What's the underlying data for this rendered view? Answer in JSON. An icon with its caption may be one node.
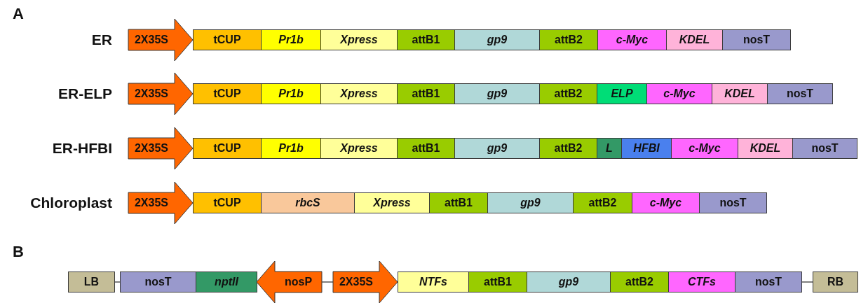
{
  "diagram": {
    "nodes": [
      {
        "text": [
          "2X35S"
        ]
      },
      {
        "text": [
          "tCUP"
        ]
      },
      {
        "text": [
          "Pr1b"
        ]
      },
      {
        "text": [
          "Xpress"
        ]
      },
      {
        "text": [
          "attB1"
        ]
      },
      {
        "text": [
          "gp9"
        ]
      },
      {
        "text": [
          "attB2"
        ]
      },
      {
        "text": [
          "c-Myc"
        ]
      },
      {
        "text": [
          "KDEL"
        ]
      },
      {
        "text": [
          "nosT"
        ]
      },
      {
        "text": [
          "2X35S"
        ]
      },
      {
        "text": [
          "tCUP"
        ]
      },
      {
        "text": [
          "Pr1b"
        ]
      },
      {
        "text": [
          "Xpress"
        ]
      },
      {
        "text": [
          "attB1"
        ]
      },
      {
        "text": [
          "gp9"
        ]
      },
      {
        "text": [
          "attB2"
        ]
      },
      {
        "text": [
          "ELP"
        ]
      },
      {
        "text": [
          "c-Myc"
        ]
      },
      {
        "text": [
          "KDEL"
        ]
      },
      {
        "text": [
          "nosT"
        ]
      },
      {
        "text": [
          "2X35S"
        ]
      },
      {
        "text": [
          "tCUP"
        ]
      },
      {
        "text": [
          "Pr1b"
        ]
      },
      {
        "text": [
          "Xpress"
        ]
      },
      {
        "text": [
          "attB1"
        ]
      },
      {
        "text": [
          "gp9"
        ]
      },
      {
        "text": [
          "attB2"
        ]
      },
      {
        "text": [
          "L"
        ]
      },
      {
        "text": [
          "HFBI"
        ]
      },
      {
        "text": [
          "c-Myc"
        ]
      },
      {
        "text": [
          "KDEL"
        ]
      },
      {
        "text": [
          "nosT"
        ]
      },
      {
        "text": [
          "2X35S"
        ]
      },
      {
        "text": [
          "tCUP"
        ]
      },
      {
        "text": [
          "rbcS"
        ]
      },
      {
        "text": [
          "Xpress"
        ]
      },
      {
        "text": [
          "attB1"
        ]
      },
      {
        "text": [
          "gp9"
        ]
      },
      {
        "text": [
          "attB2"
        ]
      },
      {
        "text": [
          "c-Myc"
        ]
      },
      {
        "text": [
          "nosT"
        ]
      },
      {
        "text": [
          "LB"
        ]
      },
      {
        "text": [
          "nosT"
        ]
      },
      {
        "text": [
          "nptII"
        ]
      },
      {
        "text": [
          "nosP"
        ]
      },
      {
        "text": [
          "2X35S"
        ]
      },
      {
        "text": [
          "NTFs"
        ]
      },
      {
        "text": [
          "attB1"
        ]
      },
      {
        "text": [
          "gp9"
        ]
      },
      {
        "text": [
          "attB2"
        ]
      },
      {
        "text": [
          "CTFs"
        ]
      },
      {
        "text": [
          "nosT"
        ]
      },
      {
        "text": [
          "RB"
        ]
      }
    ],
    "edges": [
      {
        "from": 42,
        "to": 43,
        "arrow": "none"
      },
      {
        "from": 45,
        "to": 46,
        "arrow": "none"
      },
      {
        "from": 52,
        "to": 53,
        "arrow": "none"
      }
    ],
    "labels": [
      "A",
      "ER",
      "ER-ELP",
      "ER-HFBI",
      "Chloroplast",
      "B"
    ]
  }
}
